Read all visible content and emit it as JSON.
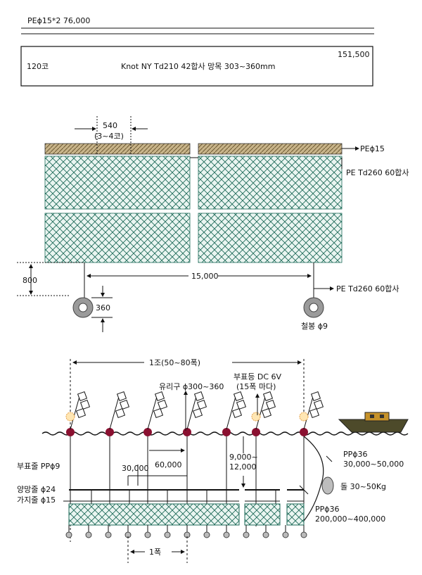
{
  "spec": {
    "row1": "PEϕ15*2   76,000",
    "box_left": "120코",
    "box_center": "Knot NY Td210 42합사 망목 303~360mm",
    "box_right": "151,500"
  },
  "net_diagram": {
    "mesh_dim": "540",
    "mesh_count": "(3~4코)",
    "head_rope": "PEϕ15",
    "net_material_top": "PE Td260 60합사",
    "height": "800",
    "span": "15,000",
    "float_size": "360",
    "bottom_rope": "PE Td260 60합사",
    "sinker": "철봉 ϕ9"
  },
  "set_diagram": {
    "set_label": "1조(50~80폭)",
    "glass_float": "유리구 ϕ300~360",
    "buoy_light": "부표등 DC 6V",
    "buoy_light_interval": "(15폭 마다)",
    "buoy_line": "부표줄 PPϕ9",
    "anchor_line_label": "PPϕ36",
    "anchor_line_len": "30,000~50,000",
    "anchor_weight": "돌 30~50Kg",
    "float_spacing_small": "30,000",
    "float_spacing_large": "60,000",
    "depth_range": "9,000~",
    "depth_range_max": "12,000",
    "main_rope": "양망줄 ϕ24",
    "branch_rope": "가지줄 ϕ15",
    "ground_rope_label": "PPϕ36",
    "ground_rope_len": "200,000~400,000",
    "one_width": "1폭"
  }
}
